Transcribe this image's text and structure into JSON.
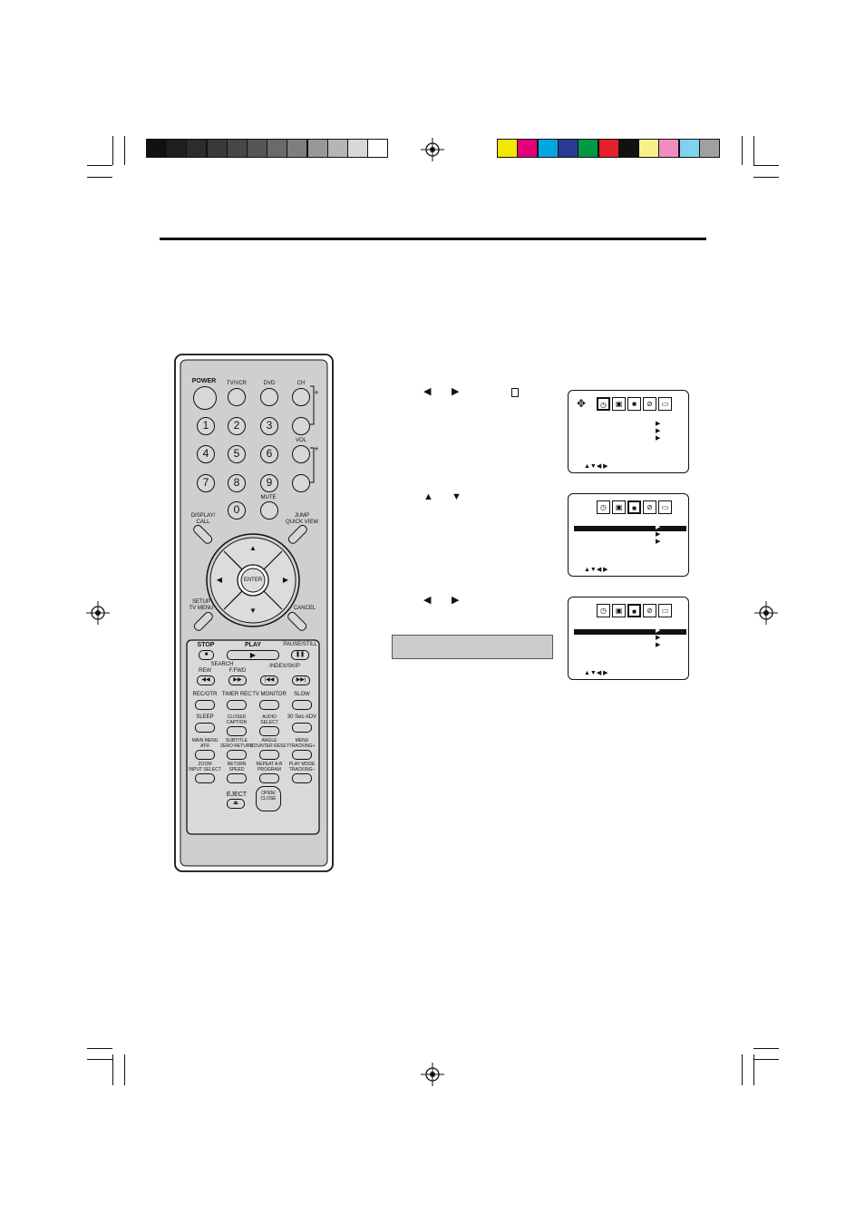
{
  "calibration": {
    "gray_swatches": [
      "#111111",
      "#1f1f1f",
      "#2c2c2c",
      "#393939",
      "#474747",
      "#565656",
      "#6a6a6a",
      "#7e7e7e",
      "#989898",
      "#b5b5b5",
      "#d8d8d8",
      "#ffffff"
    ],
    "color_swatches": [
      "#f5e600",
      "#e2007a",
      "#00a6e3",
      "#2b3990",
      "#009a44",
      "#e4202c",
      "#111111",
      "#f8f088",
      "#f08cbf",
      "#7fd3f1",
      "#a0a0a0"
    ]
  },
  "remote": {
    "top": {
      "power": "POWER",
      "tv_vcr": "TV/VCR",
      "dvd": "DVD",
      "ch": "CH",
      "vol": "VOL",
      "mute": "MUTE",
      "display_call": "DISPLAY/\nCALL",
      "jump_quick_view": "JUMP\nQUICK VIEW",
      "setup_tv_menu": "SETUP\nTV MENU",
      "cancel": "CANCEL",
      "enter": "ENTER",
      "plus": "+",
      "minus": "–"
    },
    "numbers": [
      "1",
      "2",
      "3",
      "4",
      "5",
      "6",
      "7",
      "8",
      "9",
      "0"
    ],
    "transport": {
      "stop": "STOP",
      "play": "PLAY",
      "pause_still": "PAUSE/STILL",
      "search": "SEARCH",
      "rew": "REW",
      "f_fwd": "F.FWD",
      "index_skip": "INDEX/SKIP"
    },
    "function_rows": [
      [
        "REC/OTR",
        "TIMER REC",
        "TV MONITOR",
        "SLOW"
      ],
      [
        "SLEEP",
        "CLOSED\nCAPTION",
        "AUDIO\nSELECT",
        "30 Sec ADV"
      ],
      [
        "MAIN MENU\nATR",
        "SUBTITLE\nZERO RETURN",
        "ANGLE\nCOUNTER RESET",
        "MENU\nTRACKING+"
      ],
      [
        "ZOOM\nINPUT SELECT",
        "RETURN\nSPEED",
        "REPEAT A-B\nPROGRAM",
        "PLAY MODE\nTRACKING–"
      ]
    ],
    "eject": "EJECT",
    "open_close": "OPEN/\nCLOSE"
  },
  "steps": [
    {
      "arrows": [
        "◀",
        "▶"
      ],
      "extra_icon": "page-icon"
    },
    {
      "arrows": [
        "▲",
        "▼"
      ]
    },
    {
      "arrows": [
        "◀",
        "▶"
      ]
    }
  ],
  "menus": [
    {
      "active_tab": 0,
      "highlight_row": null,
      "nav": "▲▼◀ ▶",
      "move_icon": "✥"
    },
    {
      "active_tab": 2,
      "highlight_row": 0,
      "nav": "▲▼◀ ▶"
    },
    {
      "active_tab": 2,
      "highlight_row": 0,
      "nav": "▲▼◀ ▶"
    }
  ],
  "menu_tabs": [
    "clock-tab-icon",
    "picture-tab-icon",
    "square-tab-icon",
    "lock-tab-icon",
    "tape-tab-icon"
  ],
  "callout_text": ""
}
